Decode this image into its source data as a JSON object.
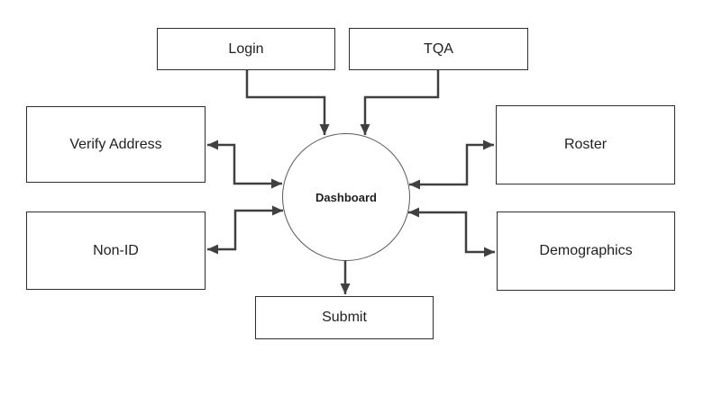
{
  "diagram": {
    "center": {
      "id": "dashboard",
      "label": "Dashboard",
      "shape": "circle"
    },
    "nodes": [
      {
        "id": "login",
        "label": "Login"
      },
      {
        "id": "tqa",
        "label": "TQA"
      },
      {
        "id": "verify-address",
        "label": "Verify Address"
      },
      {
        "id": "roster",
        "label": "Roster"
      },
      {
        "id": "non-id",
        "label": "Non-ID"
      },
      {
        "id": "demographics",
        "label": "Demographics"
      },
      {
        "id": "submit",
        "label": "Submit"
      }
    ],
    "edges": [
      {
        "from": "login",
        "to": "dashboard",
        "direction": "one-way"
      },
      {
        "from": "tqa",
        "to": "dashboard",
        "direction": "one-way"
      },
      {
        "from": "dashboard",
        "to": "verify-address",
        "direction": "two-way"
      },
      {
        "from": "dashboard",
        "to": "non-id",
        "direction": "two-way"
      },
      {
        "from": "dashboard",
        "to": "roster",
        "direction": "two-way"
      },
      {
        "from": "dashboard",
        "to": "demographics",
        "direction": "two-way"
      },
      {
        "from": "dashboard",
        "to": "submit",
        "direction": "one-way"
      }
    ],
    "colors": {
      "background": "#ffffff",
      "box_border": "#2e2e2e",
      "circle_border": "#595959",
      "arrow": "#404040",
      "text": "#1f1f1f"
    }
  }
}
